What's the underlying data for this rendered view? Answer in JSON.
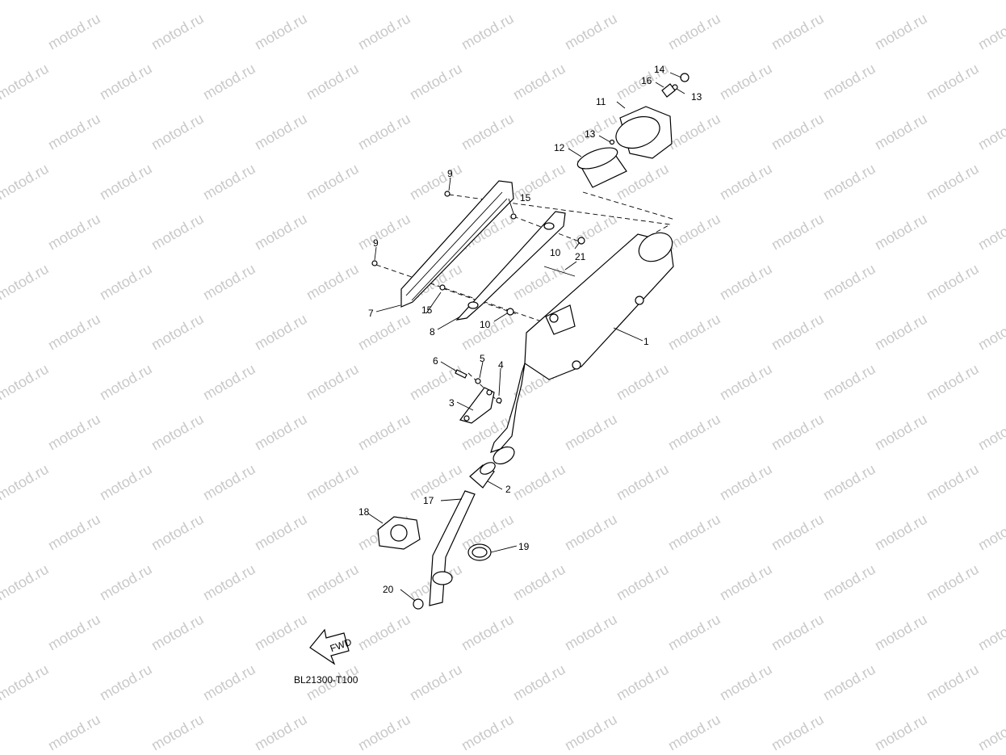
{
  "watermark": {
    "text": "motod.ru",
    "color": "#c9c9c9"
  },
  "diagram_code": "BL21300-T100",
  "fwd_label": "FWD",
  "callouts": {
    "c1": "1",
    "c2": "2",
    "c3": "3",
    "c4": "4",
    "c5": "5",
    "c6": "6",
    "c7": "7",
    "c8": "8",
    "c9a": "9",
    "c9b": "9",
    "c10a": "10",
    "c10b": "10",
    "c11": "11",
    "c12": "12",
    "c13a": "13",
    "c13b": "13",
    "c14": "14",
    "c15a": "15",
    "c15b": "15",
    "c16": "16",
    "c17": "17",
    "c18": "18",
    "c19": "19",
    "c20": "20",
    "c21": "21"
  }
}
